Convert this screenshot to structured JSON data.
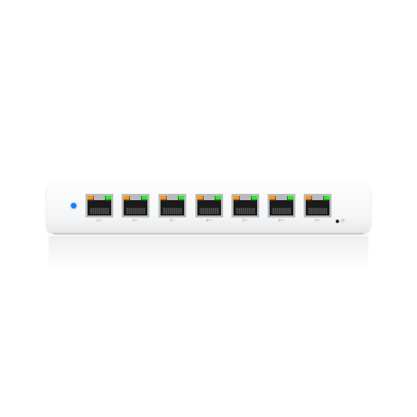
{
  "device": {
    "status_led_color": "#1c7cf5",
    "ports": [
      {
        "label": "1",
        "icon": "poe-icon"
      },
      {
        "label": "2",
        "icon": "poe-icon"
      },
      {
        "label": "3",
        "icon": "poe-icon"
      },
      {
        "label": "4",
        "icon": "poe-icon"
      },
      {
        "label": "5",
        "icon": "poe-icon"
      },
      {
        "label": "6",
        "icon": "poe-icon"
      },
      {
        "label": "7",
        "icon": "poe-icon"
      }
    ],
    "port_led_colors": {
      "left": "#ff9418",
      "right": "#2ee62e"
    },
    "reset_icon": "reset-icon"
  }
}
